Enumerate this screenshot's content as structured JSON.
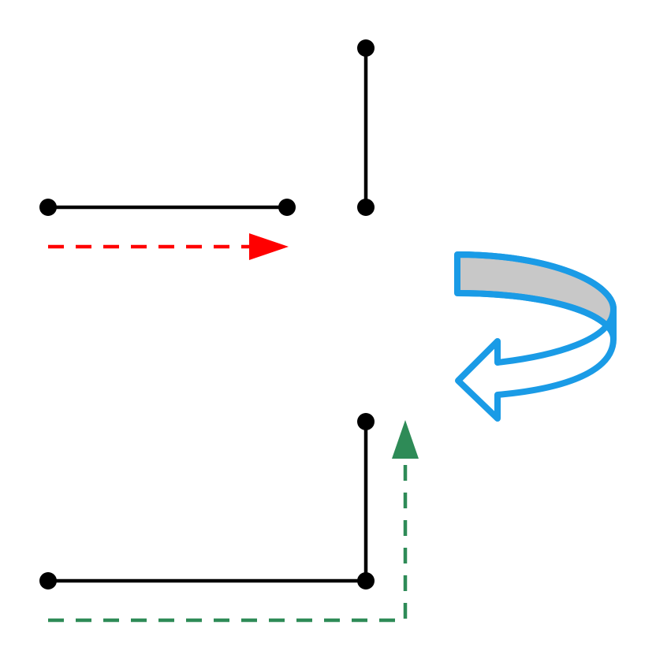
{
  "colors": {
    "background": "#ffffff",
    "segment": "#000000",
    "red_arrow": "#ff0000",
    "green_arrow": "#2e8b57",
    "curved_arrow_outline": "#1a9be6",
    "curved_arrow_fill": "#ffffff",
    "curved_arrow_band": "#c8c8c8"
  },
  "diagram": {
    "top_group": {
      "segments": [
        {
          "id": "top-horizontal",
          "orientation": "horizontal"
        },
        {
          "id": "top-vertical",
          "orientation": "vertical"
        }
      ],
      "arrow": {
        "id": "red-dashed-arrow",
        "style": "dashed",
        "direction": "right"
      }
    },
    "bottom_group": {
      "segments": [
        {
          "id": "bottom-horizontal",
          "orientation": "horizontal"
        },
        {
          "id": "bottom-vertical",
          "orientation": "vertical"
        }
      ],
      "arrow": {
        "id": "green-dashed-arrow",
        "style": "dashed",
        "direction": "right-then-up"
      }
    },
    "transform_arrow": {
      "id": "curved-arrow",
      "style": "curved",
      "direction": "down-left"
    }
  }
}
